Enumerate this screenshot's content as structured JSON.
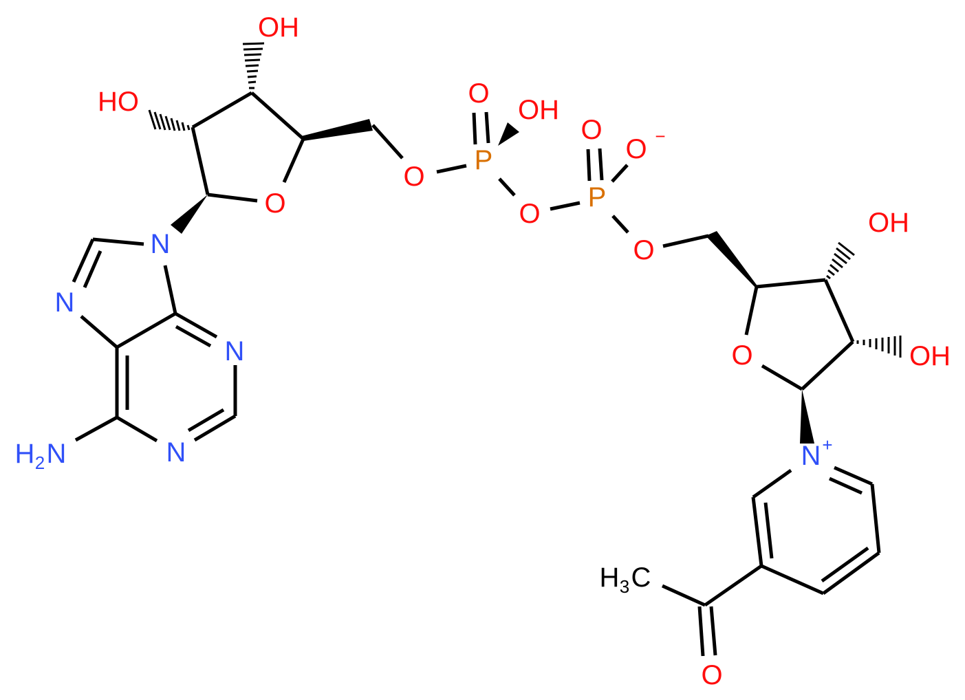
{
  "diagram": {
    "type": "chemical-structure",
    "name": "3-acetylpyridine adenine dinucleotide (acetyl-NAD analog)",
    "colors": {
      "oxygen": "#ff0d0d",
      "nitrogen": "#3050f8",
      "phosphorus": "#d97000",
      "carbon": "#000000",
      "bond": "#000000"
    },
    "labels": {
      "adenosine_ribose": {
        "oh_c3": "OH",
        "ho_c2": "HO",
        "ring_o": "O"
      },
      "phosphate_1": {
        "p": "P",
        "double_o": "O",
        "oh": "OH",
        "ester_o": "O"
      },
      "bridge_o": "O",
      "phosphate_2": {
        "p": "P",
        "double_o": "O",
        "o_minus": "O",
        "charge": "−",
        "ester_o": "O"
      },
      "nicotinamide_ribose": {
        "oh_c3": "OH",
        "oh_c2": "OH",
        "ring_o": "O"
      },
      "pyridinium": {
        "n": "N",
        "charge": "+"
      },
      "acetyl": {
        "methyl_h": "H",
        "methyl_sub": "3",
        "methyl_c": "C",
        "carbonyl_o": "O"
      },
      "adenine": {
        "n9": "N",
        "n7": "N",
        "n3": "N",
        "n1": "N",
        "amine_h": "H",
        "amine_sub": "2",
        "amine_n": "N"
      }
    }
  }
}
